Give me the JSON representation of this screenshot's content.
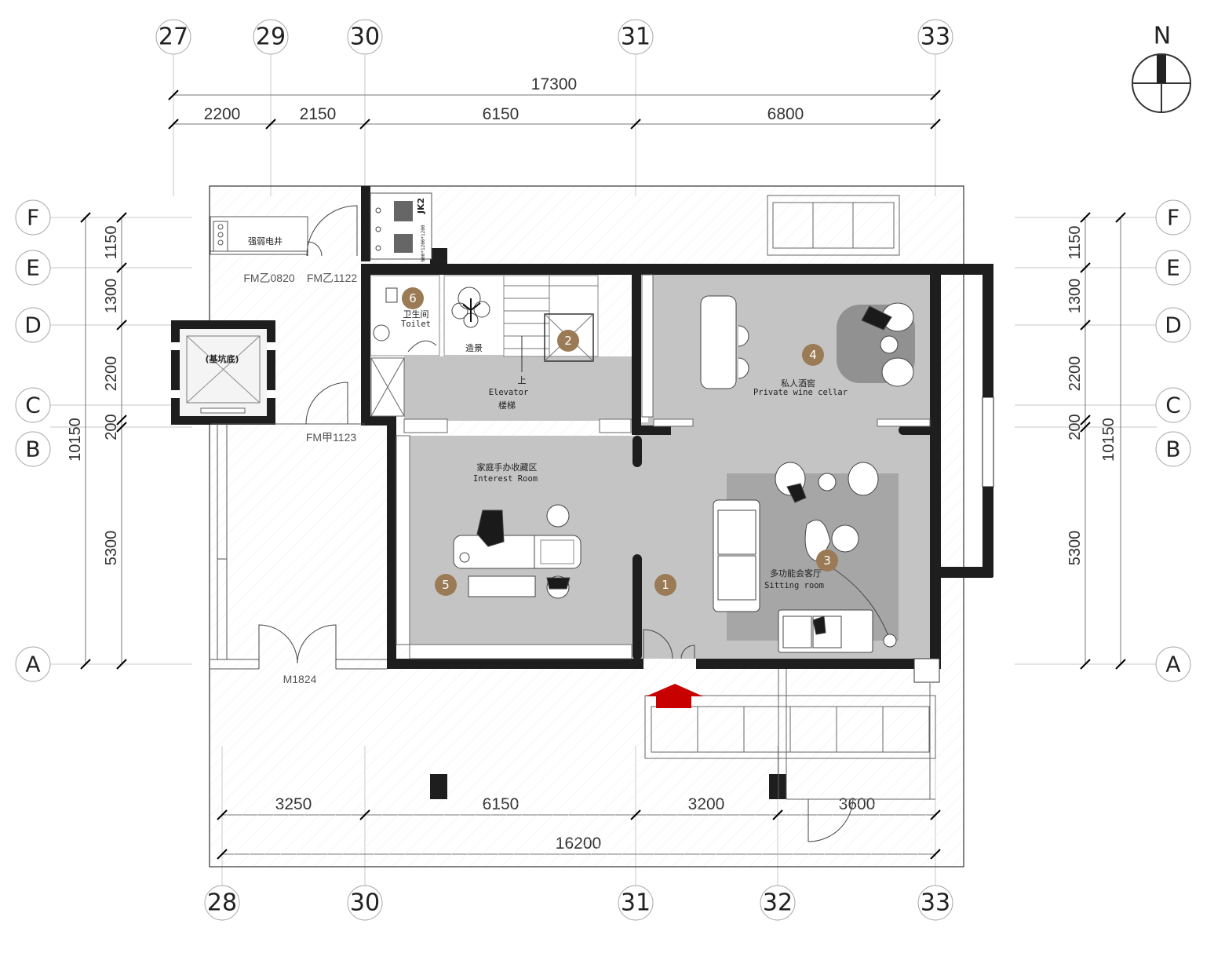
{
  "grid_top": [
    "27",
    "29",
    "30",
    "31",
    "33"
  ],
  "grid_bottom": [
    "28",
    "30",
    "31",
    "32",
    "33"
  ],
  "grid_rows": [
    "F",
    "E",
    "D",
    "C",
    "B",
    "A"
  ],
  "compass": "N",
  "dims_top": {
    "total": "17300",
    "segments": [
      "2200",
      "2150",
      "6150",
      "6800"
    ]
  },
  "dims_bottom": {
    "total": "16200",
    "segments": [
      "3250",
      "6150",
      "3200",
      "3600"
    ]
  },
  "dims_side": {
    "total": "10150",
    "segments": [
      "1150",
      "1300",
      "2200",
      "200",
      "5300"
    ]
  },
  "rooms": [
    {
      "num": "1",
      "cn": "",
      "en": ""
    },
    {
      "num": "2",
      "cn": "Elevator",
      "en": "楼梯"
    },
    {
      "num": "3",
      "cn": "多功能会客厅",
      "en": "Sitting room"
    },
    {
      "num": "4",
      "cn": "私人酒窖",
      "en": "Private wine cellar"
    },
    {
      "num": "5",
      "cn": "家庭手办收藏区",
      "en": "Interest Room"
    },
    {
      "num": "6",
      "cn": "卫生间",
      "en": "Toilet"
    }
  ],
  "labels": {
    "landscape": "造景",
    "up": "上",
    "pit": "(基坑底)",
    "shaft": "强弱电井",
    "jk": "JK2",
    "jk_size": "600*1200*1200"
  },
  "doors": [
    "FM乙0820",
    "FM乙1122",
    "FM甲1123",
    "M1824"
  ],
  "colors": {
    "room_fill": "#c4c4c4",
    "wall": "#1e1e1e",
    "marker": "#9a7b55",
    "entry": "#c80000"
  }
}
